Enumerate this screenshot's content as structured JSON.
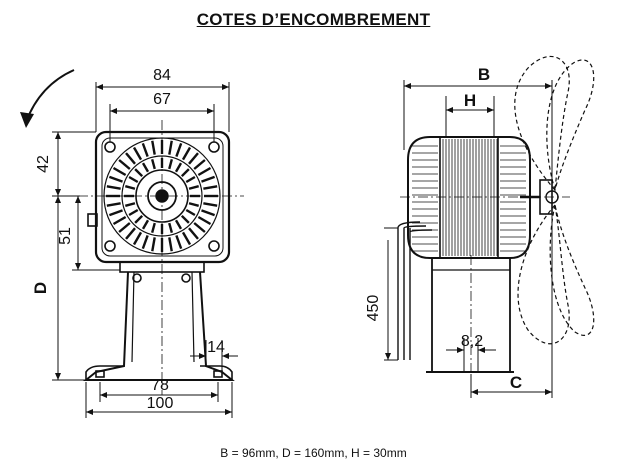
{
  "title": "COTES D’ENCOMBREMENT",
  "footer": "B = 96mm, D = 160mm, H = 30mm",
  "dimensions": {
    "d84": "84",
    "d67": "67",
    "d42": "42",
    "d51": "51",
    "dD": "D",
    "d14": "14",
    "d78": "78",
    "d100": "100",
    "dB": "B",
    "dH": "H",
    "d450": "450",
    "d82": "8,2",
    "dC": "C"
  }
}
